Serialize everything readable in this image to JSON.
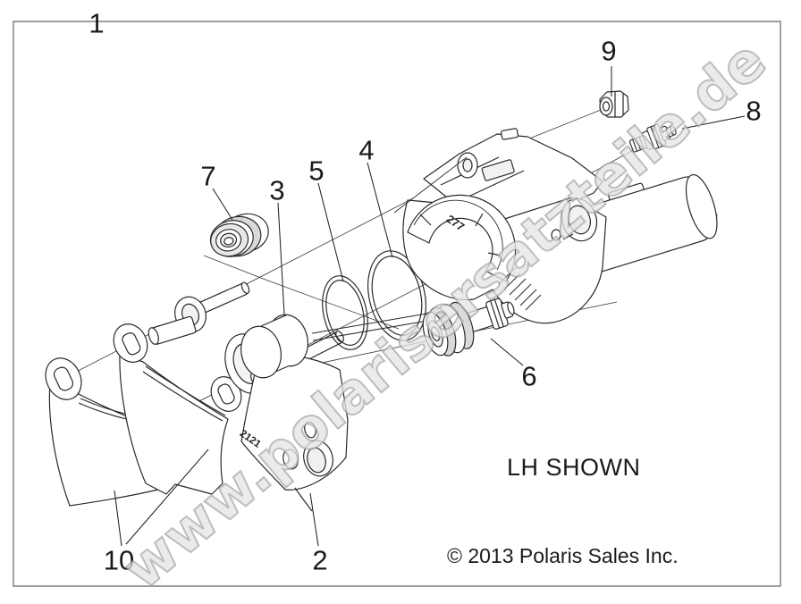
{
  "diagram": {
    "callouts": [
      {
        "label": "1"
      },
      {
        "label": "2"
      },
      {
        "label": "3"
      },
      {
        "label": "4"
      },
      {
        "label": "5"
      },
      {
        "label": "6"
      },
      {
        "label": "7"
      },
      {
        "label": "8"
      },
      {
        "label": "9"
      },
      {
        "label": "10"
      }
    ],
    "stamps": {
      "caliper_pad": "277",
      "bracket_pad": "2121"
    },
    "orientation_note": "LH SHOWN",
    "copyright": "© 2013 Polaris Sales Inc.",
    "watermark": "www.polarisersatzteile.de",
    "colors": {
      "line": "#2a2a2a",
      "thin_line": "#3a3a3a",
      "shade": "#d9d9d9",
      "border": "#7d7d7d",
      "watermark_fill": "#e4e4e4",
      "watermark_stroke": "#a0a0a0"
    }
  }
}
